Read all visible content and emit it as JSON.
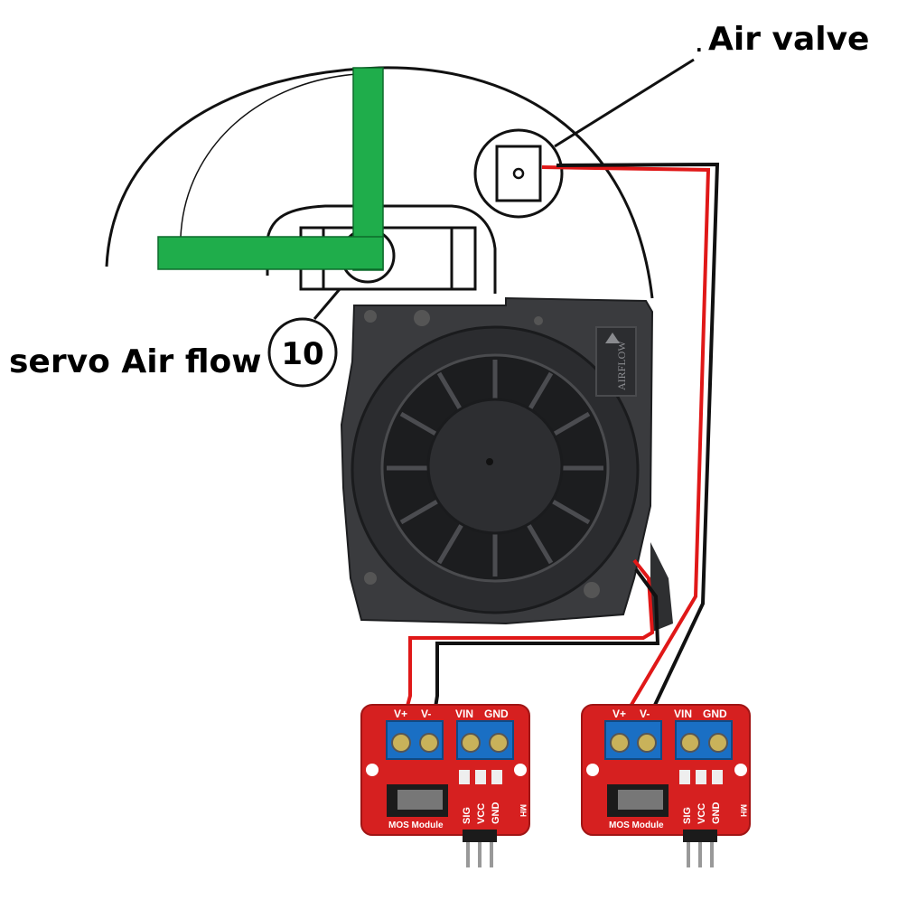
{
  "labels": {
    "air_valve": "Air valve",
    "servo": "servo Air flow",
    "servo_number": "10",
    "fan_text": "AIRFLOW"
  },
  "mos_left": {
    "v_plus": "V+",
    "v_minus": "V-",
    "vin": "VIN",
    "gnd": "GND",
    "module": "MOS Module",
    "sig": "SIG",
    "vcc": "VCC",
    "gnd_pin": "GND",
    "mh": "MH"
  },
  "mos_right": {
    "v_plus": "V+",
    "v_minus": "V-",
    "vin": "VIN",
    "gnd": "GND",
    "module": "MOS Module",
    "sig": "SIG",
    "vcc": "VCC",
    "gnd_pin": "GND",
    "mh": "MH"
  },
  "colors": {
    "green_flap": "#1fad4b",
    "pcb_red": "#d62020",
    "wire_red": "#e01818",
    "wire_black": "#111111",
    "fan_body": "#3a3b3e",
    "terminal_blue": "#1a6fc4"
  }
}
